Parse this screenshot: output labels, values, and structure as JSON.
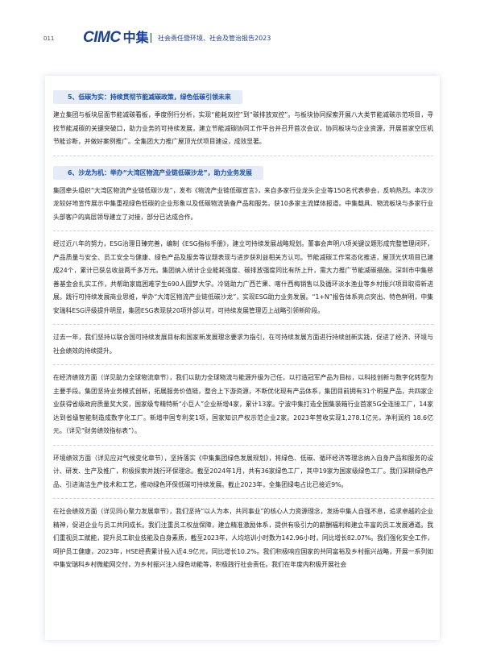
{
  "header": {
    "page_number": "011",
    "logo_latin": "CIMC",
    "logo_cn": "中集",
    "report_title": "社会责任暨环境、社会及管治报告2023"
  },
  "sections": [
    {
      "heading": "5、低碳为实：持续贯彻节能减碳政策，绿色低碳引领未来",
      "paragraphs": [
        "建立集团与板块层面节能减碳看板，季度例行分析，实现“能耗双控”到“碳排放双控”。与板块协同探索开展八大类节能减碳示范项目，寻找节能减碳的关键突破口，助力业务的可持续发展，建立节能减碳协同工作平台并召开首次会议，协同板块与企业资源，开展首家空压机节能诊断，并做好案例推广。全集团大力推广屋顶光伏项目建设，成效显著。"
      ]
    },
    {
      "heading": "6、沙龙为机：举办“大湾区物流产业链低碳沙龙”，助力业务发展",
      "paragraphs": [
        "集团牵头组织“大湾区物流产业链低碳沙龙”，发布《物流产业链低碳宣言》，来自多家行业龙头企业等150名代表参会，反响热烈。本次沙龙较好地宣传展示中集重视绿色低碳的企业形象以及低碳物流装备产品和服务。获10多家主流媒体报道。中集载具、物流板块与多家行业头部客户的高层领导建立了对接，部分已达成合作。",
        "经过近八年的努力，ESG治理日臻完善，编制《ESG指标手册》，建立可持续发展战略规划。董事会声明八项关键议题形成完整管理闭环，产品质量与安全、员工安全与健康、绿色产品及服务等议题表现与进步获利益相关方认可。节能减碳工作常态化推进，屋顶光伏项目已建成24个，累计已获总收益两千多万元。集团纳入统计企业能耗强度、碳排放强度同比有所上升，需大力推广节能减碳措施。深圳市中集慈善基金会扎实工作，共帮助家庭困难学生690人圆梦大学。冷链助力广西芒果、喀什西梅销售以及循环淡水渔业等乡村振兴项目取得新进展。践行可持续发展商业思维，举办“大湾区物流产业链低碳沙龙”，实现ESG助力业务发展。“1+N”报告体系亮点突出、特色鲜明，中集安瑞科ESG评级提升明显，集团ESG表现获20项外部认可，可持续发展管理迈上战略引领新阶段。",
        "过去一年，我们坚持以联合国可持续发展目标和国家新发展理念要求为指引，在可持续发展方面进行持续创新实践，促进了经济、环境与社会绩效的持续提升。",
        "在经济绩效方面（详见助力全球物流章节），我们以助力全球物流与能源升级为己任，以打造冠军产品为目标，以科技创新与数字化转型为主要手段。集团坚持业务模式创新，拓展服务价值链，整合上下游资源，不断优化现有产品体系，集团目前拥有31个明星产品，共四家企业获得省级政府质量奖大奖，国家级专精特新“小巨人”企业新增4家，累计13家。宁波中集打造全国集装箱行业首家5G全连接工厂，14家达到省级智能制造成数字化工厂。新增中国专利奖1项，国家知识产权示范企业2家。2023年营收实现1,278.1亿元，净利润约 18.6亿元。（详见“财务绩效指标表”）。",
        "环境绩效方面（详见应对气候变化章节），坚持落实《中集集团绿色发展规划》，将绿色、低碳、循环经济等理念纳入自身产品和服务的设计、研发、生产及推广，积极探索并践行环保理念。截至2024年1月，共有36家绿色工厂，其中19家为国家级绿色工厂。我们深耕绿色产品、引进清洁生产技术和工艺，推动绿色环保低碳可持续发展。截止2023年，全集团绿电占比已接近9%。",
        "在社会绩效方面（详见同心聚力发展章节），我们坚持“以人为本，共同事业”的核心人力资源理念，发扬中集人自强不息，追求卓越的企业精神，促进企业与员工共同成长。我们注重员工权益保障，建立精准激励体系，提供有吸引力的薪酬福利和建立丰富的员工发展通道。我们重视员工赋能，提升员工职业技能及自身素质，截至2023年，人均培训小时数为142.96小时，同比增长82.07%。我们强化安全工作，呵护员工健康，2023年，HSE经费累计投入近4.9亿元，同比增长10.2%。我们积极响应国家的共同富裕及乡村振兴战略，开展一系列如中集安瑞科乡村微能网交付，为乡村振兴注入绿色动能等，积极践行社会责任。我们在年度内积极开展社会"
      ]
    }
  ]
}
